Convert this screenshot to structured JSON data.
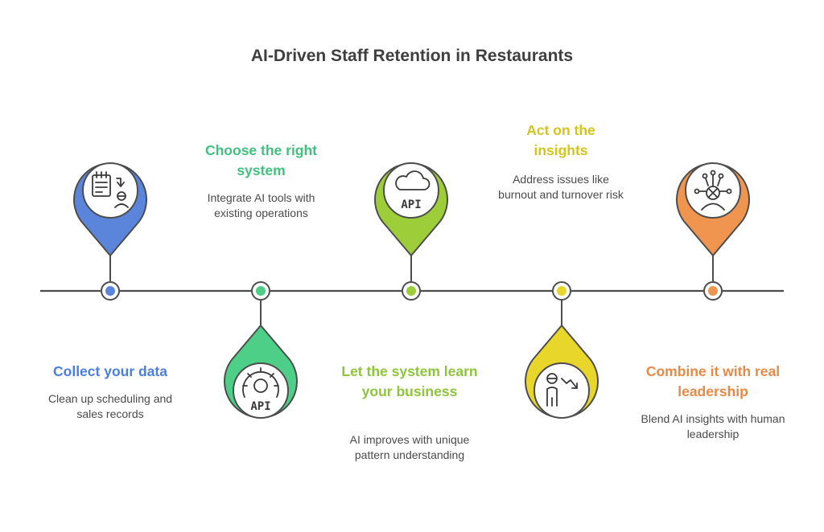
{
  "title": "AI-Driven Staff Retention in Restaurants",
  "colors": {
    "line": "#4d4d4d",
    "icon_stroke": "#3a3a3a",
    "steps": [
      "#5b85da",
      "#4ecf88",
      "#9dce3a",
      "#e8d62a",
      "#ef9550"
    ],
    "step_text": [
      "#4a7ee0",
      "#3fc27e",
      "#8ec53a",
      "#d4c51e",
      "#e88a45"
    ]
  },
  "steps": [
    {
      "title": "Collect your data",
      "description": "Clean up scheduling and sales records",
      "icon": "schedule-records-icon",
      "pin": "above"
    },
    {
      "title": "Choose the right system",
      "description": "Integrate AI tools with existing operations",
      "icon": "api-gear-icon",
      "pin": "below"
    },
    {
      "title": "Let the system learn your business",
      "description": "AI improves with unique pattern understanding",
      "icon": "cloud-api-icon",
      "pin": "above"
    },
    {
      "title": "Act on the insights",
      "description": "Address issues like burnout and turnover risk",
      "icon": "turnover-risk-icon",
      "pin": "below"
    },
    {
      "title": "Combine it with real leadership",
      "description": "Blend AI insights with human leadership",
      "icon": "leader-network-icon",
      "pin": "above"
    }
  ]
}
